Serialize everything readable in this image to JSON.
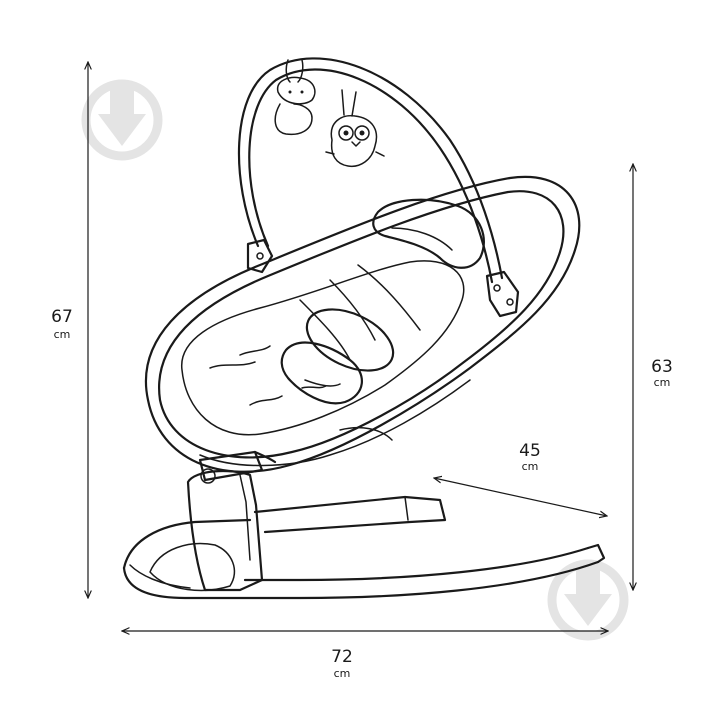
{
  "dimensions": {
    "height_total": {
      "value": "67",
      "unit": "cm"
    },
    "height_seat": {
      "value": "63",
      "unit": "cm"
    },
    "depth": {
      "value": "45",
      "unit": "cm"
    },
    "width": {
      "value": "72",
      "unit": "cm"
    }
  },
  "colors": {
    "line": "#1a1a1a",
    "watermark": "#e4e4e4",
    "background": "#ffffff"
  },
  "icons": {
    "watermark": "download-arrow-circle-icon"
  }
}
